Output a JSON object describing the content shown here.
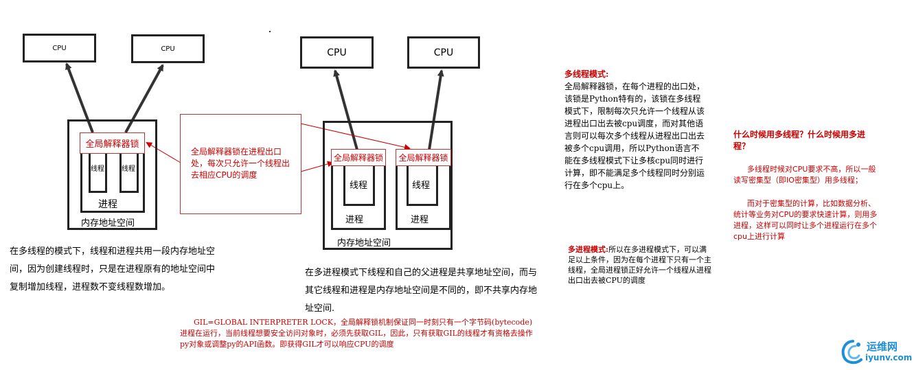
{
  "left_diagram": {
    "cpu1": "CPU",
    "cpu2": "CPU",
    "gil": "全局解释器锁",
    "thread1": "线程",
    "thread2": "线程",
    "process": "进程",
    "memory": "内存地址空间"
  },
  "middle_note": "全局解释器锁在进程出口处，每次只允许一个线程出去相应CPU的调度",
  "right_diagram": {
    "cpu1": "CPU",
    "cpu2": "CPU",
    "gil1": "全局解释器锁",
    "gil2": "全局解释器锁",
    "thread1": "线程",
    "thread2": "线程",
    "process1": "进程",
    "process2": "进程",
    "memory": "内存地址空间"
  },
  "left_caption": "在多线程的模式下，线程和进程共用一段内存地址空间，因为创建线程时，只是在进程原有的地址空间中复制增加线程，进程数不变线程数增加。",
  "right_caption": "在多进程模式下线程和自己的父进程是共享地址空间，而与其它线程和进程是内存地址空间是不同的，即不共享内存地址空间.",
  "gil_note": "GIL=GLOBAL INTERPRETER LOCK，全局解释锁机制保证同一时刻只有一个字节码(bytecode)进程在运行，当前线程想要安全访问对象时，必须先获取GIL，因此，只有获取GIL的线程才有资格去操作py对象或调整py的API函数。即获得GIL才可以响应CPU的调度",
  "multithread_mode": {
    "title": "多线程模式:",
    "body": "全局解释器锁，在每个进程的出口处，该锁是Python特有的，该锁在多线程模式下，限制每次只允许一个线程从该进程出口出去被cpu调度，而对其他语言则可以每次多个线程从进程出口出去被多个cpu调用，所以Python语言不能在多线程模式下让多核cpu同时进行计算，即不能满足多个线程同时分别运行在多个cpu上。"
  },
  "multiprocess_mode": {
    "title": "多进程模式:",
    "body": "所以在多进程模式下，可以满足以上条件，因为在每个进程下只有一个主线程，全局进程锁正好允许一个线程从进程出口出去被CPU的调度"
  },
  "when_to_use": {
    "question": "什么时候用多线程？什么时候用多进程？",
    "answer1": "多线程时候对CPU要求不高，所以一般读写密集型（即IO密集型）用多线程；",
    "answer2": "而对于密集型的计算，比如数据分析、统计等业务对CPU的要求快速计算，则用多进程，这样可以同时让多个进程运行在多个cpu上进行计算"
  },
  "watermark": {
    "title": "运维网",
    "url": "iyunv.com"
  },
  "colors": {
    "red": "#cc0000",
    "box_border": "#222222",
    "logo_blue": "#1e8fd6"
  }
}
